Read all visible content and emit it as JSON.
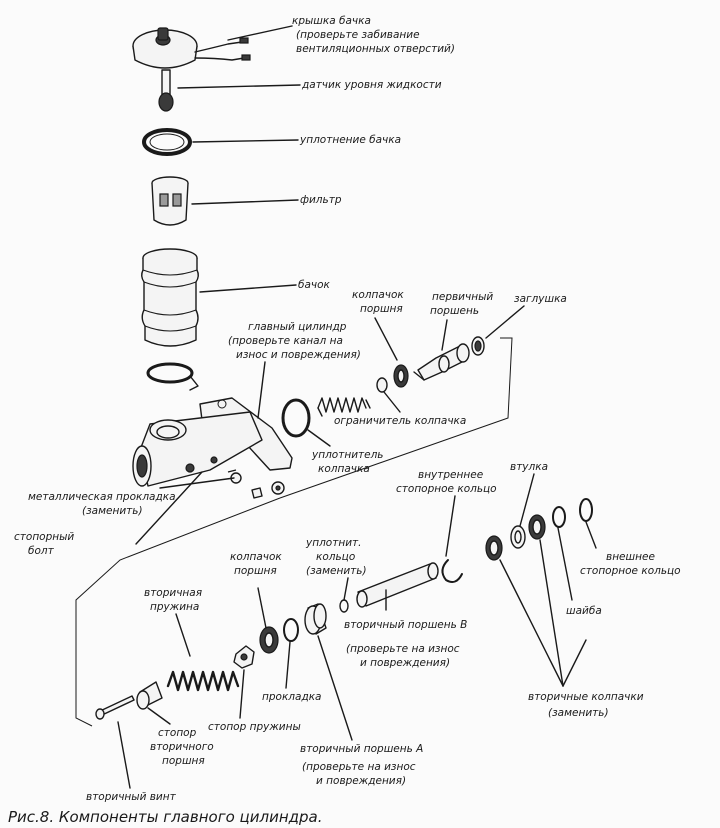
{
  "labels": {
    "reservoir_cap": [
      "крышка бачка",
      "(проверьте забивание",
      "вентиляционных отверстий)"
    ],
    "level_sensor": [
      "датчик уровня жидкости"
    ],
    "reservoir_seal": [
      "уплотнение бачка"
    ],
    "filter": [
      "фильтр"
    ],
    "reservoir": [
      "бачок"
    ],
    "piston_cap_top": [
      "колпачок",
      "поршня"
    ],
    "primary_piston": [
      "первичный",
      "поршень"
    ],
    "plug": [
      "заглушка"
    ],
    "master_cylinder": [
      "главный цилиндр",
      "(проверьте канал на",
      "износ и повреждения)"
    ],
    "cap_limiter": [
      "ограничитель колпачка"
    ],
    "cap_seal": [
      "уплотнитель",
      "колпачка"
    ],
    "metal_gasket": [
      "металлическая прокладка",
      "(заменить)"
    ],
    "stop_bolt": [
      "стопорный",
      "болт"
    ],
    "inner_ring": [
      "внутреннее",
      "стопорное кольцо"
    ],
    "bushing": [
      "втулка"
    ],
    "o_ring": [
      "уплотнит.",
      "кольцо",
      "(заменить)"
    ],
    "piston_cap_bottom": [
      "колпачок",
      "поршня"
    ],
    "secondary_spring": [
      "вторичная",
      "пружина"
    ],
    "secondary_piston_b": [
      "вторичный поршень В",
      "(проверьте на износ",
      "и повреждения)"
    ],
    "outer_ring": [
      "внешнее",
      "стопорное кольцо"
    ],
    "washer": [
      "шайба"
    ],
    "gasket": [
      "прокладка"
    ],
    "spring_stop": [
      "стопор пружины"
    ],
    "secondary_caps": [
      "вторичные колпачки",
      "(заменить)"
    ],
    "secondary_stop": [
      "стопор",
      "вторичного",
      "поршня"
    ],
    "secondary_piston_a": [
      "вторичный поршень А",
      "(проверьте на износ",
      "и повреждения)"
    ],
    "secondary_screw": [
      "вторичный винт"
    ]
  },
  "caption": "Рис.8. Компоненты главного цилиндра."
}
